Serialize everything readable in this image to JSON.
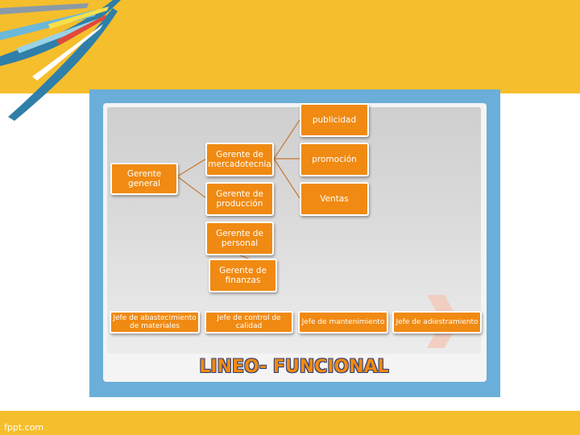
{
  "slide": {
    "title": "LINEO- FUNCIONAL",
    "footer": "fppt.com"
  },
  "org_chart": {
    "root": "Gerente\ngeneral",
    "managers": [
      "Gerente de\nmercadotecnia",
      "Gerente de\nproducción",
      "Gerente de\npersonal",
      "Gerente de\nfinanzas"
    ],
    "marketing_functions": [
      "publicidad",
      "promoción",
      "Ventas"
    ],
    "chiefs": [
      "Jefe de abastecimiento\nde materiales",
      "Jefe de control de\ncalidad",
      "Jefe de mantenimiento",
      "Jefe de adiestramiento"
    ]
  },
  "colors": {
    "band": "#f5be2c",
    "frame": "#6aaed9",
    "box": "#f08a12",
    "connector": "#c87a32",
    "title_outline": "#2d3e7a"
  }
}
